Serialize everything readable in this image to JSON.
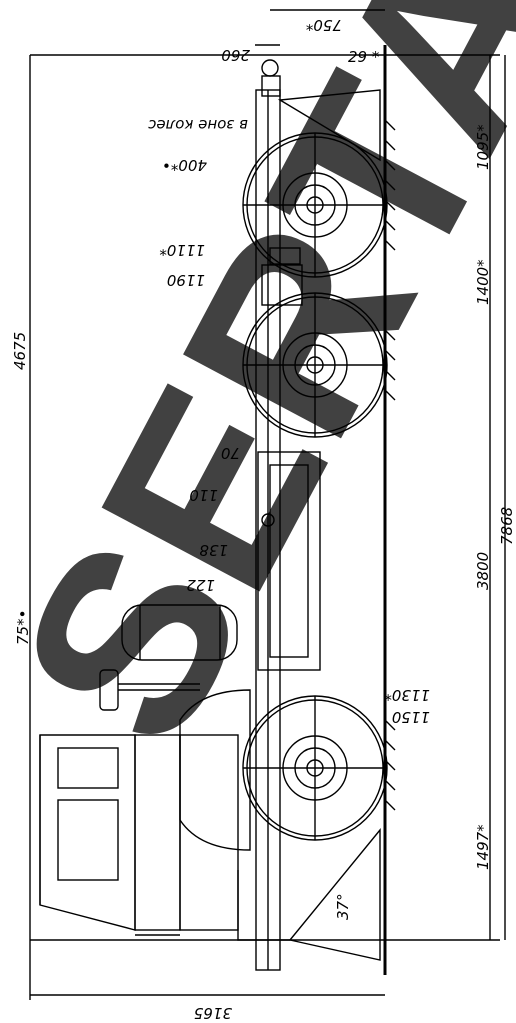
{
  "drawing": {
    "dimensions": {
      "d750": "750*",
      "d260": "260",
      "d29": "29 *",
      "zone": "в зоне колес",
      "d400": "400*•",
      "d1095": "1095*",
      "d1110": "1110*",
      "d1190": "1190",
      "d1400": "1400*",
      "d4675": "4675",
      "d70": "70",
      "d110": "110",
      "d138": "138",
      "d122": "122",
      "d75": "75*•",
      "d3800": "3800",
      "d7868": "7868",
      "d1130": "1130*",
      "d1150": "1150",
      "d1497": "1497*",
      "d37": "37°",
      "d3165": "3165"
    },
    "watermark": "SERTA"
  }
}
